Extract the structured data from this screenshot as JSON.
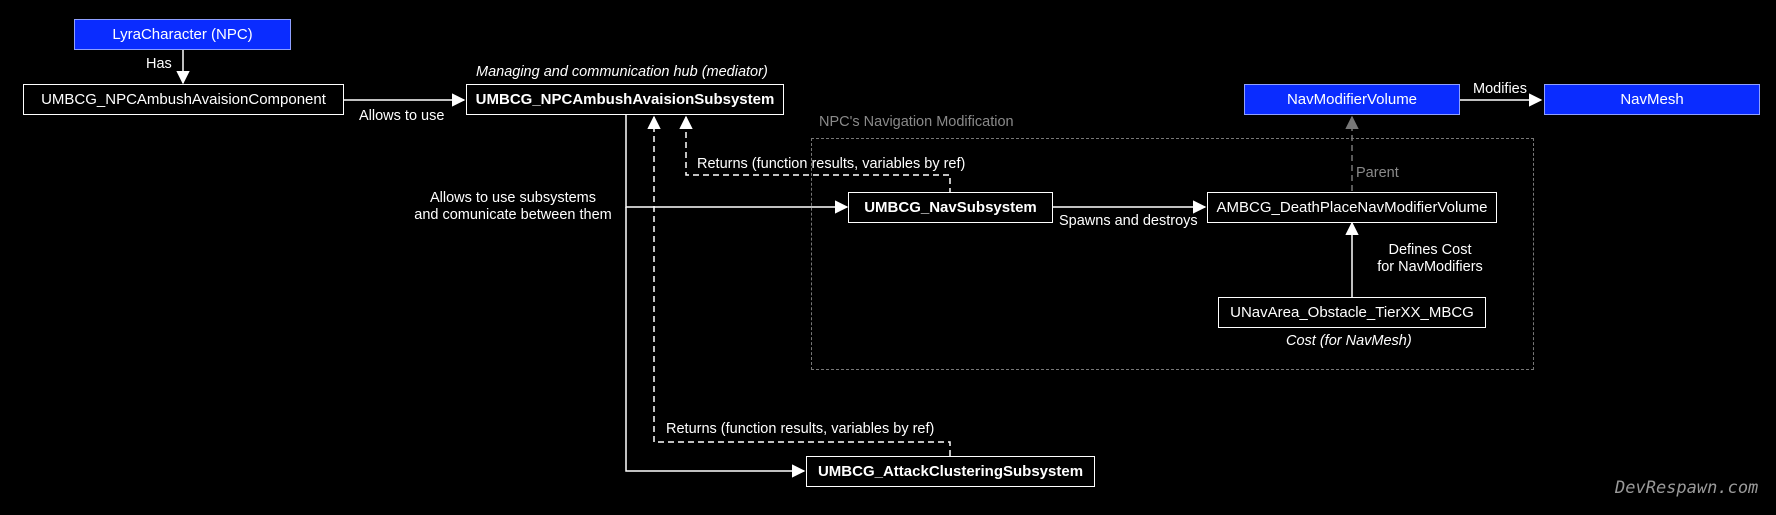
{
  "nodes": {
    "lyra": "LyraCharacter (NPC)",
    "component": "UMBCG_NPCAmbushAvaisionComponent",
    "hub": "UMBCG_NPCAmbushAvaisionSubsystem",
    "nav_subsystem": "UMBCG_NavSubsystem",
    "attack": "UMBCG_AttackClusteringSubsystem",
    "death_volume": "AMBCG_DeathPlaceNavModifierVolume",
    "nav_area": "UNavArea_Obstacle_TierXX_MBCG",
    "nav_modifier_volume": "NavModifierVolume",
    "nav_mesh": "NavMesh"
  },
  "labels": {
    "has": "Has",
    "allows_to_use": "Allows to use",
    "hub_caption": "Managing and communication hub (mediator)",
    "group_title": "NPC's Navigation Modification",
    "returns_top": "Returns (function results, variables by ref)",
    "returns_bottom": "Returns (function results, variables by ref)",
    "allows_subsystems_1": "Allows to use subsystems",
    "allows_subsystems_2": "and comunicate between them",
    "spawns": "Spawns and destroys",
    "parent": "Parent",
    "defines_cost_1": "Defines Cost",
    "defines_cost_2": "for NavModifiers",
    "cost_caption": "Cost (for NavMesh)",
    "modifies": "Modifies"
  },
  "watermark": "DevRespawn.com",
  "colors": {
    "background": "#000000",
    "blue_node": "#0a2cff",
    "line": "#ffffff",
    "dashed_group": "#777777"
  }
}
